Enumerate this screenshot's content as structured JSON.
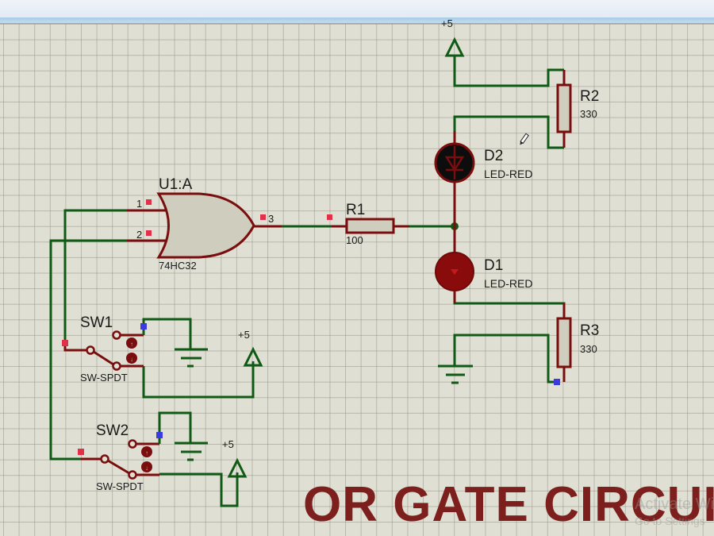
{
  "title": "OR GATE CIRCUIT",
  "watermark": {
    "line1": "Activate Windows",
    "line2": "Go to Settings"
  },
  "components": {
    "u1": {
      "ref": "U1:A",
      "part": "74HC32",
      "pins": [
        "1",
        "2",
        "3"
      ]
    },
    "r1": {
      "ref": "R1",
      "value": "100"
    },
    "r2": {
      "ref": "R2",
      "value": "330"
    },
    "r3": {
      "ref": "R3",
      "value": "330"
    },
    "d1": {
      "ref": "D1",
      "part": "LED-RED",
      "state": "off"
    },
    "d2": {
      "ref": "D2",
      "part": "LED-RED",
      "state": "on"
    },
    "sw1": {
      "ref": "SW1",
      "part": "SW-SPDT"
    },
    "sw2": {
      "ref": "SW2",
      "part": "SW-SPDT"
    }
  },
  "power": {
    "top": "+5",
    "sw1": "+5",
    "sw2": "+5"
  },
  "colors": {
    "wire": "#0f5a14",
    "component": "#7a0e0e",
    "title": "#7d1f1c",
    "pin_red": "#e0304a",
    "pin_blue": "#3a3ae0"
  }
}
